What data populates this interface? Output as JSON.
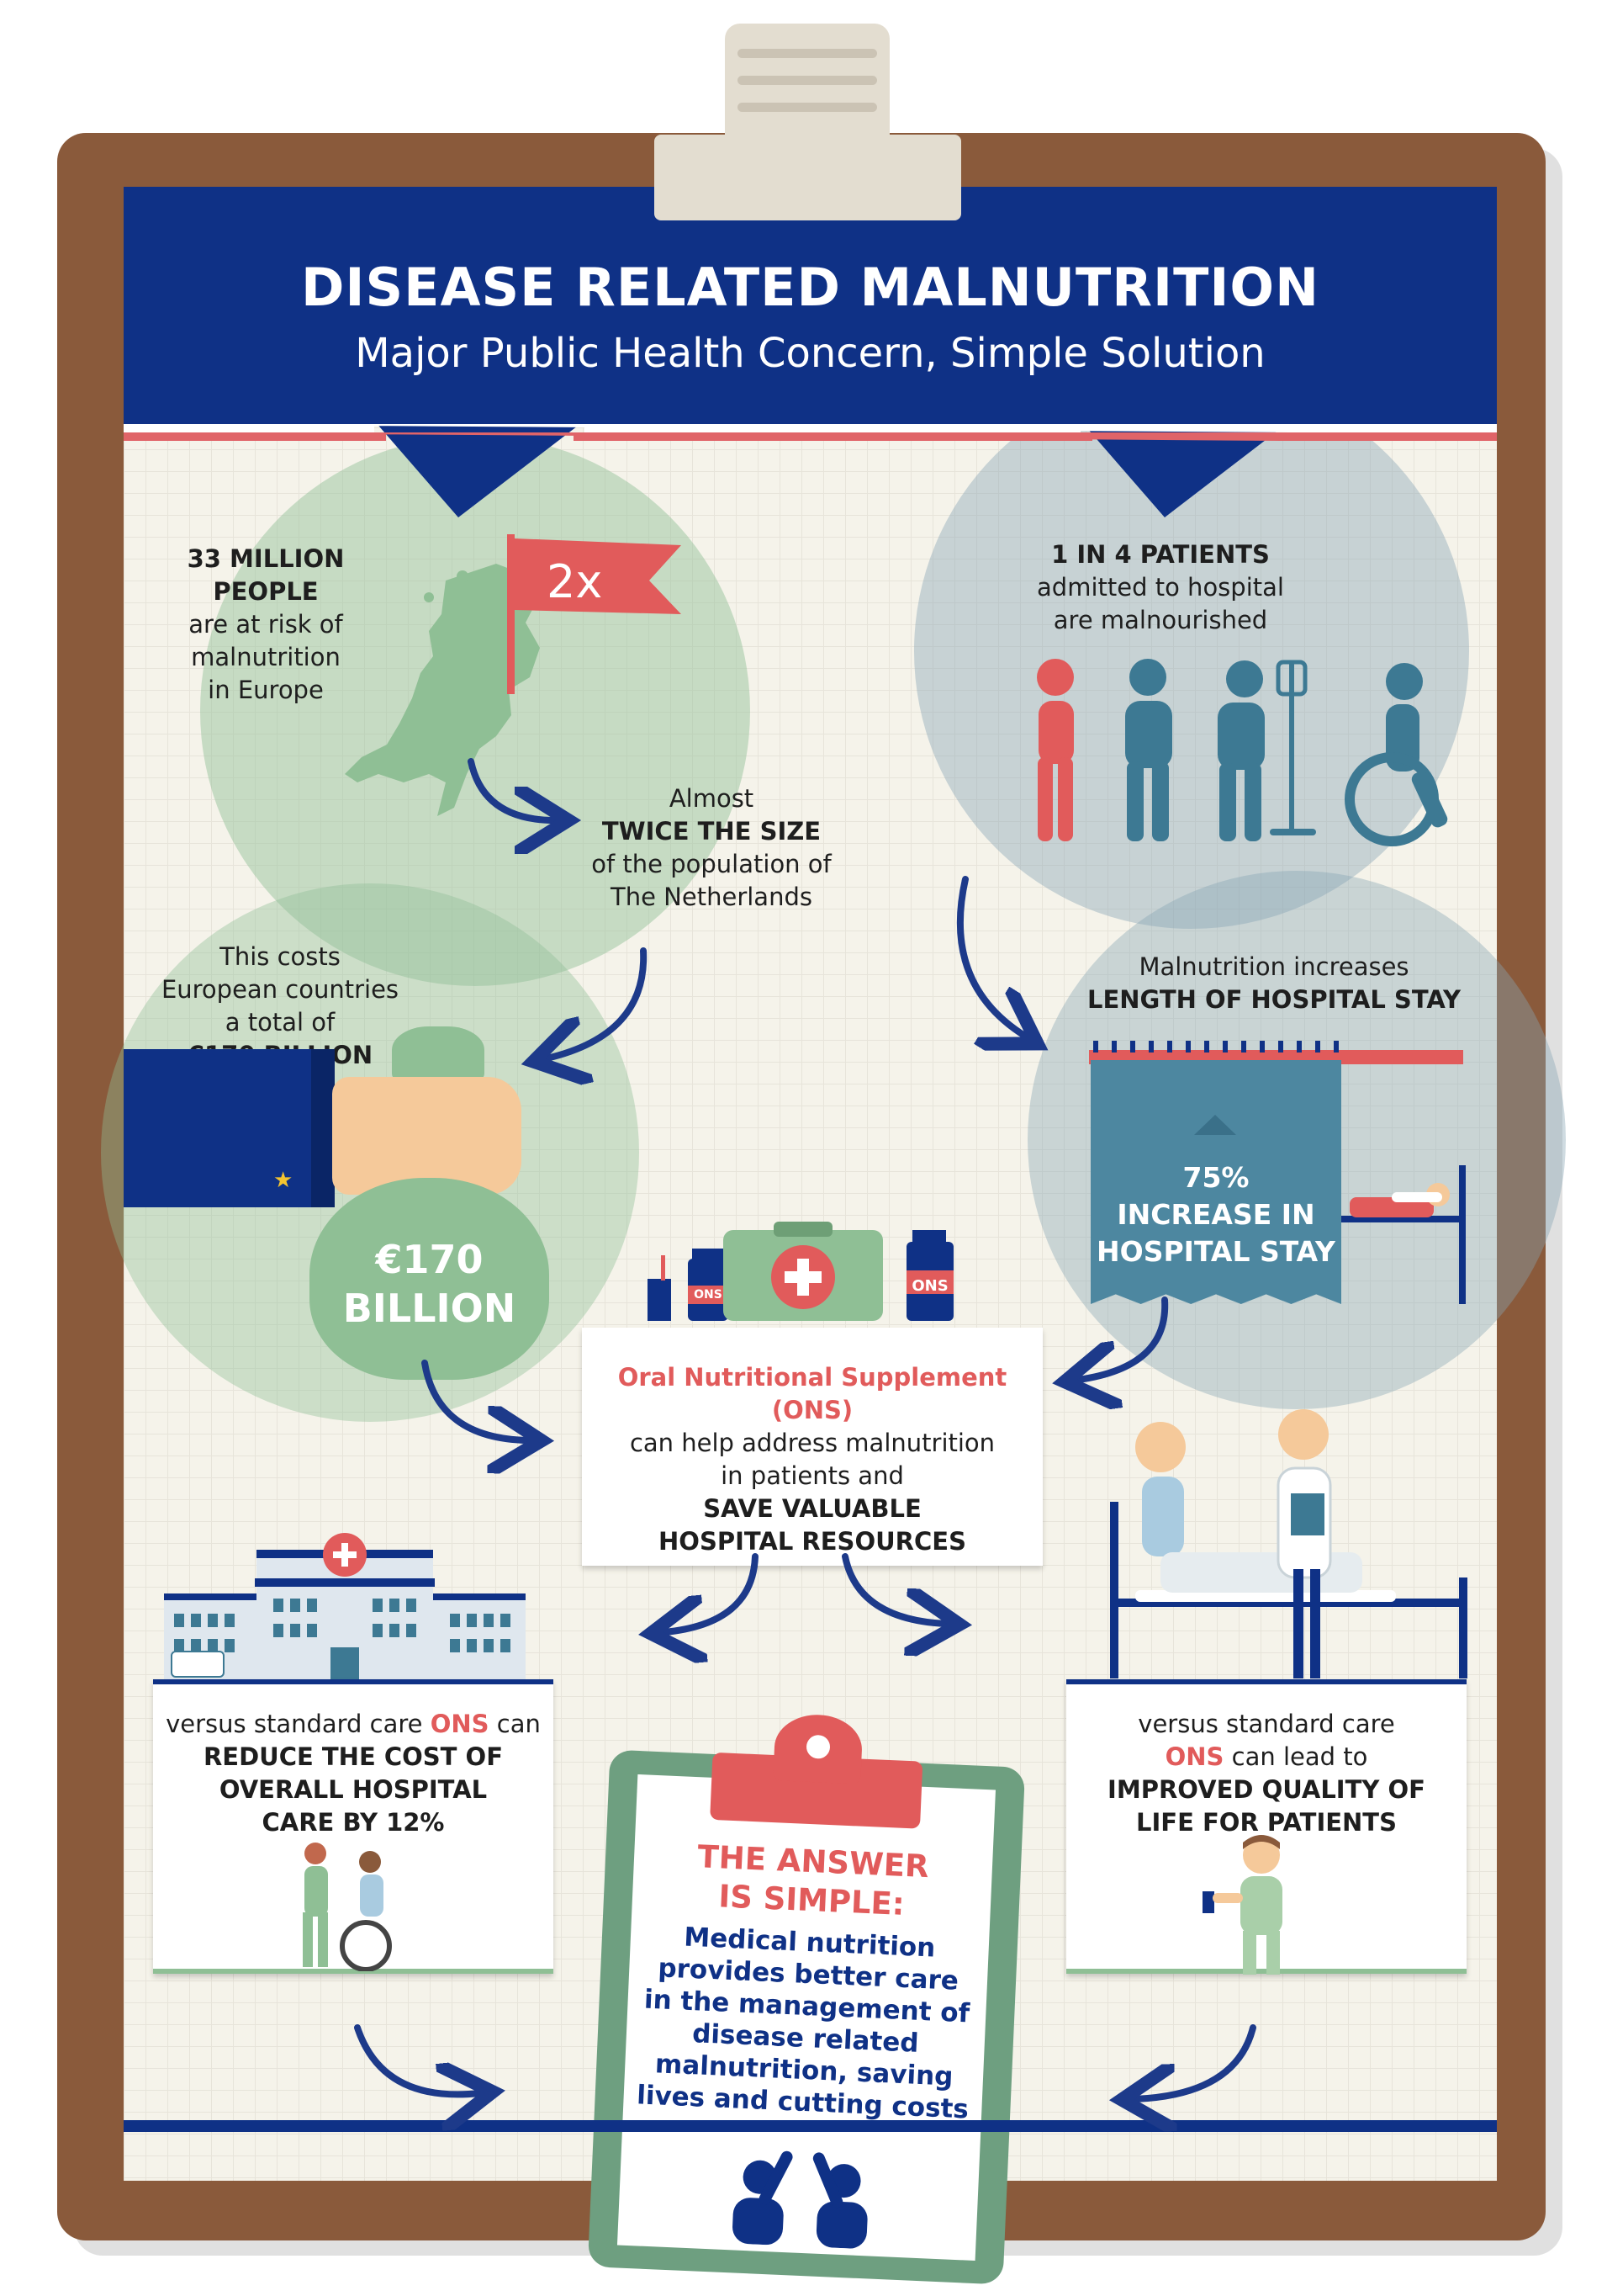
{
  "header": {
    "title": "DISEASE RELATED MALNUTRITION",
    "subtitle": "Major Public Health Concern, Simple Solution"
  },
  "europe": {
    "line1": "33 MILLION",
    "line2": "PEOPLE",
    "line3": "are at risk of",
    "line4": "malnutrition",
    "line5": "in Europe",
    "flag_label": "2x"
  },
  "netherlands": {
    "line1": "Almost",
    "line2": "TWICE THE SIZE",
    "line3": "of the population of",
    "line4": "The Netherlands"
  },
  "patients": {
    "line1": "1 IN 4 PATIENTS",
    "line2": "admitted to hospital",
    "line3": "are malnourished"
  },
  "costs": {
    "line1": "This costs",
    "line2": "European countries",
    "line3": "a total of",
    "line4": "€170 BILLION",
    "bag_line1": "€170",
    "bag_line2": "BILLION"
  },
  "stay": {
    "line1": "Malnutrition increases",
    "line2": "LENGTH OF HOSPITAL STAY",
    "stat1": "75%",
    "stat2": "INCREASE IN",
    "stat3": "HOSPITAL STAY"
  },
  "ons": {
    "bottle_label": "ONS",
    "line1": "Oral Nutritional Supplement (ONS)",
    "line2": "can help address malnutrition",
    "line3": "in patients and",
    "line4": "SAVE VALUABLE",
    "line5": "HOSPITAL RESOURCES"
  },
  "cost_card": {
    "line1_prefix": "versus standard care ",
    "line1_highlight": "ONS",
    "line1_suffix": " can",
    "line2": "REDUCE THE COST OF",
    "line3": "OVERALL HOSPITAL",
    "line4": "CARE BY 12%"
  },
  "quality_card": {
    "line1": "versus standard care",
    "line2_highlight": "ONS",
    "line2_suffix": " can lead to",
    "line3": "IMPROVED QUALITY OF",
    "line4": "LIFE FOR PATIENTS"
  },
  "answer": {
    "heading1": "THE ANSWER",
    "heading2": "IS SIMPLE:",
    "line1": "Medical nutrition",
    "line2": "provides better care",
    "line3": "in the management of",
    "line4": "disease related",
    "line5": "malnutrition, saving",
    "line6": "lives and cutting costs"
  },
  "colors": {
    "navy": "#0f3186",
    "red": "#e15b5b",
    "green": "#8fbf95",
    "teal": "#3d7993",
    "board": "#8a5a3b"
  }
}
